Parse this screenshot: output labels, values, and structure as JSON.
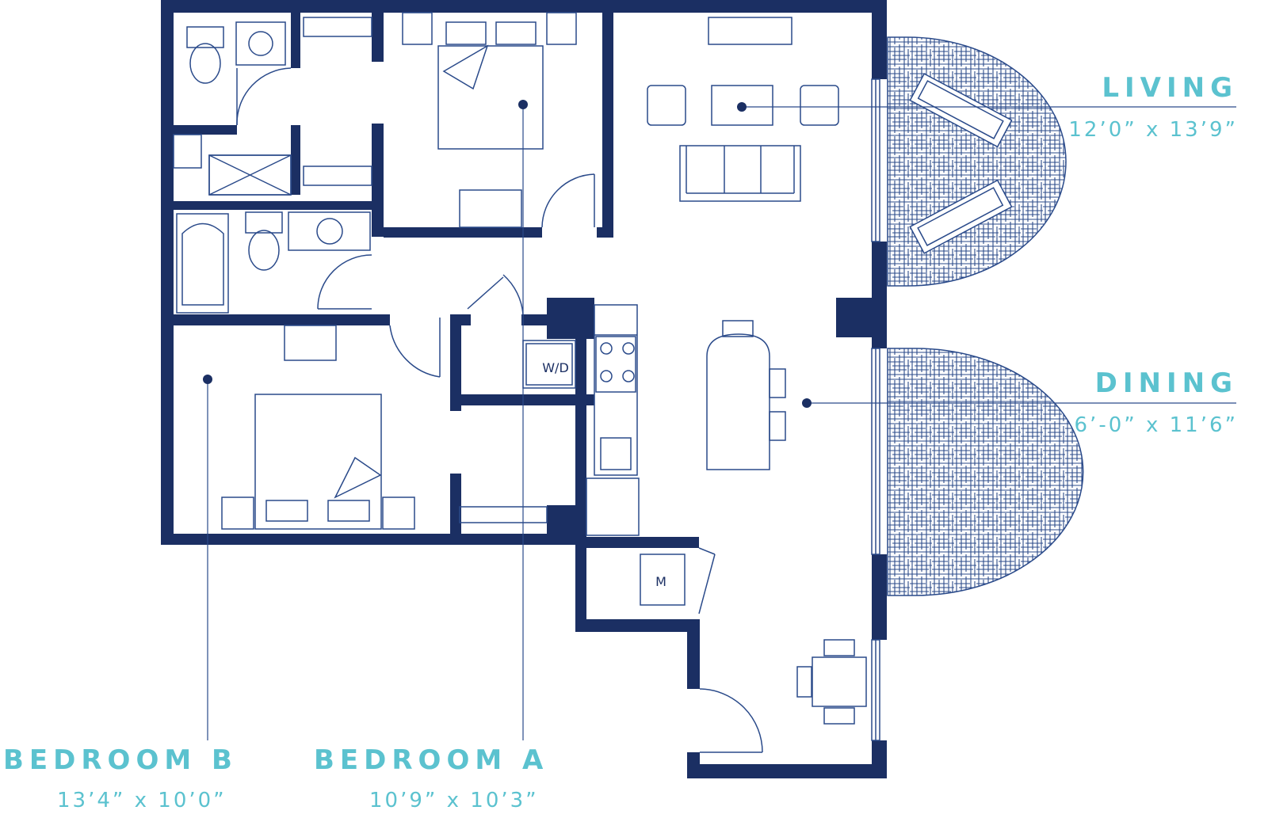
{
  "rooms": {
    "living": {
      "title": "LIVING",
      "dimensions": "12’0” x 13’9”"
    },
    "dining": {
      "title": "DINING",
      "dimensions": "6’-0” x 11’6”"
    },
    "bedroom_b": {
      "title": "BEDROOM B",
      "dimensions": "13’4” x 10’0”"
    },
    "bedroom_a": {
      "title": "BEDROOM A",
      "dimensions": "10’9” x 10’3”"
    }
  },
  "fixtures": {
    "washer_dryer": "W/D",
    "mechanical": "M"
  },
  "colors": {
    "wall": "#1b2f63",
    "line": "#2a4a8a",
    "label": "#5bc2cf"
  }
}
